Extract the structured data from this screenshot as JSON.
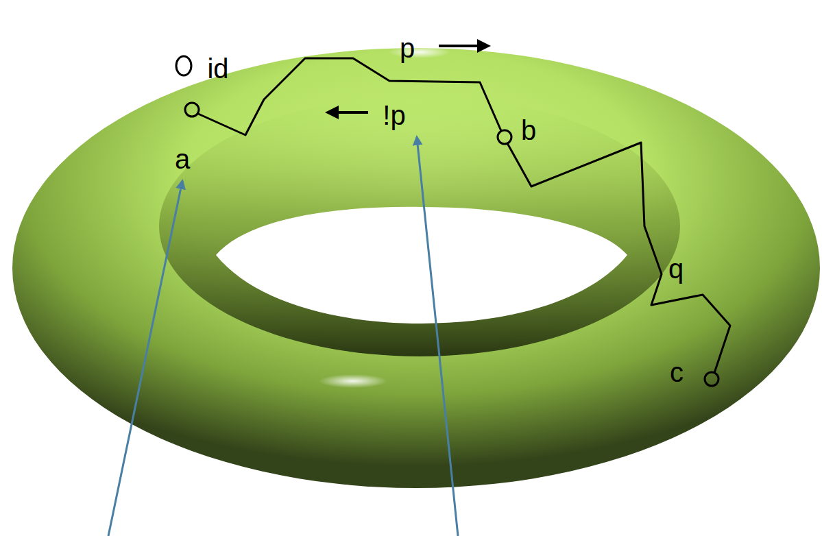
{
  "diagram": {
    "labels": [
      "id",
      "a",
      "p",
      "!p",
      "b",
      "q",
      "c"
    ]
  }
}
